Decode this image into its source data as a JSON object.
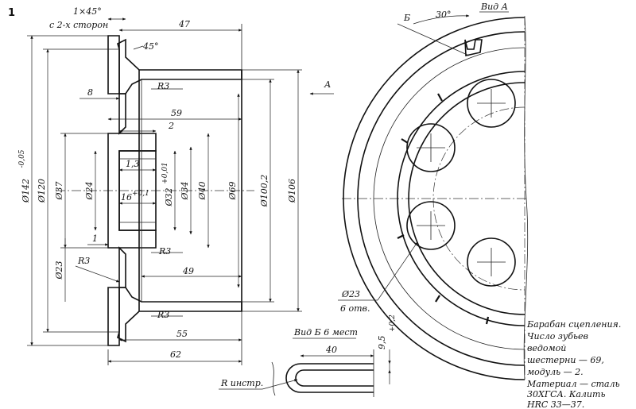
{
  "figure_number": "1",
  "views": {
    "view_a": "Вид А",
    "view_b": "Вид Б 6 мест"
  },
  "dimensions": {
    "chamfer": "1×45°",
    "chamfer_note": "с 2-х сторон",
    "angle_45": "45°",
    "angle_30": "30°",
    "d47": "47",
    "d8": "8",
    "d59": "59",
    "d2": "2",
    "d1_3": "1,3",
    "d16": "16",
    "d16_tol": "+0,1",
    "d1": "1",
    "d49": "49",
    "d55": "55",
    "d62": "62",
    "r3_a": "R3",
    "r3_b": "R3",
    "r3_c": "R3",
    "r3_d": "R3",
    "dia_142": "Ø142",
    "dia_142_tol": "-0,05",
    "dia_120": "Ø120",
    "dia_37": "Ø37",
    "dia_24": "Ø24",
    "dia_23_left": "Ø23",
    "dia_32": "Ø32",
    "dia_32_tol": "+0,01",
    "dia_34": "Ø34",
    "dia_40": "Ø40",
    "dia_69": "Ø69",
    "dia_100_2": "Ø100,2",
    "dia_106": "Ø106",
    "dia_23_holes": "Ø23",
    "holes_count": "6 отв.",
    "d40_slot": "40",
    "d9_5": "9,5",
    "d9_5_tol": "+0,2",
    "r_tool": "R инстр.",
    "arrow_a": "А",
    "section_b": "Б"
  },
  "caption": {
    "line1": "Барабан сцепления.",
    "line2": "Число зубьев",
    "line3": "ведомой",
    "line4": "шестерни — 69,",
    "line5": "модуль — 2.",
    "line6": "Материал — сталь",
    "line7": "30ХГСА. Калить",
    "line8": "HRC 33—37."
  }
}
